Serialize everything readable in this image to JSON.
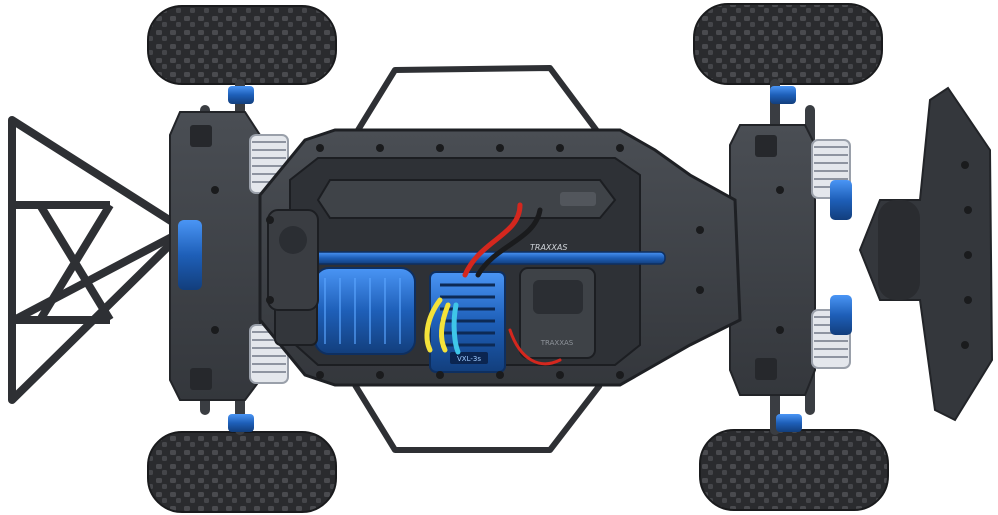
{
  "scene": {
    "subject": "rc-truck-chassis-top-view",
    "colors": {
      "background": "#ffffff",
      "chassis": "#3a3d42",
      "chassis_light": "#5a5e64",
      "tire": "#2a2b2e",
      "tire_tread": "#4a4b4f",
      "blue": "#1e5fb8",
      "blue_light": "#3d8bf0",
      "spring": "#d8dce4",
      "red_wire": "#d4271e",
      "yellow_wire": "#f4e23a",
      "cyan_wire": "#3fc6e8"
    },
    "labels": {
      "motor_brand": "TRAXXAS",
      "esc_brand": "VXL-3s",
      "box_brand": "TRAXXAS"
    }
  }
}
